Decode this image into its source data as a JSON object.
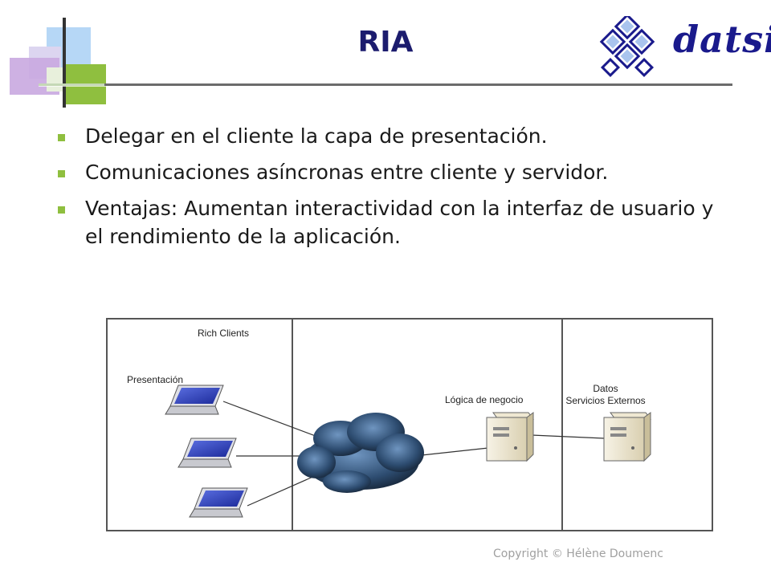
{
  "slide": {
    "title": "RIA",
    "bullets": [
      "Delegar en el cliente la capa de presentación.",
      "Comunicaciones asíncronas entre cliente y servidor.",
      "Ventajas: Aumentan interactividad con la interfaz de usuario y el rendimiento de la  aplicación."
    ],
    "logo_text": "datsi",
    "copyright": "Copyright © Hélène Doumenc"
  },
  "diagram": {
    "rich_clients_label": "Rich Clients",
    "presentacion_label": "Presentación",
    "logica_label": "Lógica de negocio",
    "datos_label": "Datos",
    "servicios_label": "Servicios Externos"
  },
  "colors": {
    "title": "#1c1c6e",
    "bullet": "#8fbf3f",
    "logo": "#1a1a8c",
    "cloud": "#2b4a6e"
  }
}
